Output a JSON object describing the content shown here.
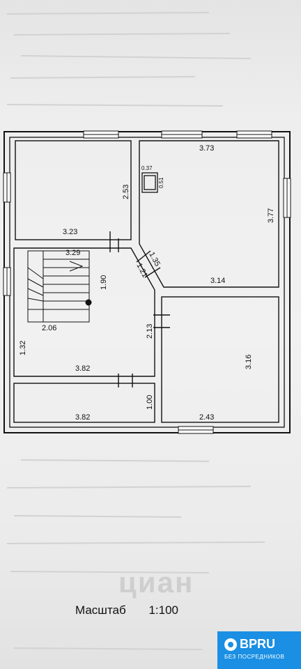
{
  "plan": {
    "dimensions": {
      "top_left_room_width": "3.23",
      "top_left_room_height": "2.53",
      "top_right_room_width": "3.73",
      "top_right_room_height": "3.77",
      "vent_width": "0.37",
      "vent_height": "0.51",
      "hall_upper": "3.29",
      "hall_lower": "3.14",
      "diag_a": "1.35",
      "diag_b": "1.21",
      "stair_height": "1.90",
      "stair_width": "2.06",
      "mid_right_height": "2.13",
      "right_room_height": "3.16",
      "bottom_right_width": "2.43",
      "left_mid_height": "1.32",
      "left_mid_width": "3.82",
      "bottom_left_width": "3.82",
      "bottom_left_height": "1.00"
    }
  },
  "footer": {
    "scale_label": "Масштаб",
    "scale_value": "1:100"
  },
  "watermark": {
    "text": "циан"
  },
  "badge": {
    "logo": "BPRU",
    "tagline": "БЕЗ ПОСРЕДНИКОВ",
    "color": "#1a8fe3"
  }
}
